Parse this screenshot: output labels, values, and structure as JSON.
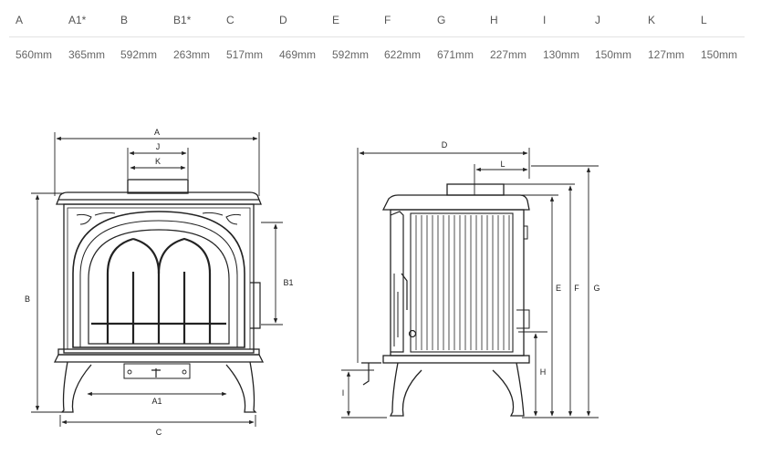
{
  "table": {
    "headers": [
      "A",
      "A1*",
      "B",
      "B1*",
      "C",
      "D",
      "E",
      "F",
      "G",
      "H",
      "I",
      "J",
      "K",
      "L"
    ],
    "values": [
      "560mm",
      "365mm",
      "592mm",
      "263mm",
      "517mm",
      "469mm",
      "592mm",
      "622mm",
      "671mm",
      "227mm",
      "130mm",
      "150mm",
      "127mm",
      "150mm"
    ]
  },
  "diagram": {
    "front_labels": {
      "A": "A",
      "J": "J",
      "K": "K",
      "B": "B",
      "B1": "B1",
      "A1": "A1",
      "C": "C"
    },
    "side_labels": {
      "D": "D",
      "L": "L",
      "E": "E",
      "F": "F",
      "G": "G",
      "H": "H",
      "I": "I"
    }
  }
}
